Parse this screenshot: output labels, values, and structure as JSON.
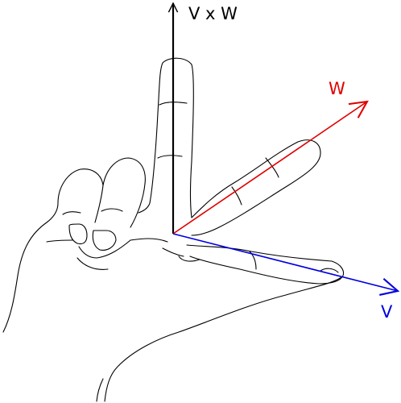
{
  "labels": {
    "cross": "V x W",
    "w": "W",
    "v": "V"
  },
  "colors": {
    "cross": "#000000",
    "w": "#e00000",
    "v": "#0000e0",
    "outline": "#000000"
  }
}
